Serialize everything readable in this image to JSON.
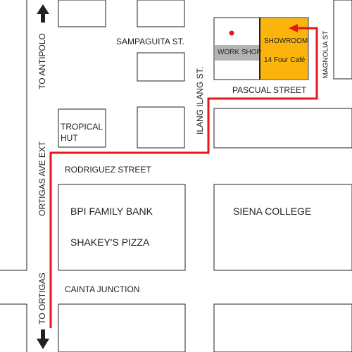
{
  "streets": {
    "sampaguita": "SAMPAGUITA ST.",
    "pascual": "PASCUAL STREET",
    "rodriguez": "RODRIGUEZ STREET",
    "ilang_ilang": "ILANG ILANG ST.",
    "magnolia": "MAGNOLIA ST",
    "ortigas_ave_ext": "ORTIGAS AVE EXT",
    "cainta_junction": "CAINTA JUNCTION"
  },
  "directions": {
    "antipolo": "TO ANTIPOLO",
    "ortigas": "TO ORTIGAS"
  },
  "landmarks": {
    "tropical_hut_line1": "TROPICAL",
    "tropical_hut_line2": "HUT",
    "bpi_family_bank": "BPI FAMILY BANK",
    "shakeys_pizza": "SHAKEY'S PIZZA",
    "siena_college": "SIENA COLLEGE",
    "workshop": "WORK SHOP",
    "showroom": "SHOWROOM",
    "cafe": "14 Four Café"
  },
  "colors": {
    "route": "#e8141b",
    "block_outline": "#222222",
    "showroom_fill": "#fbb40c",
    "workshop_fill": "#b3b3b3",
    "arrow": "#222222"
  },
  "icons": {
    "north_arrow": "arrow-up-icon",
    "south_arrow": "arrow-down-icon",
    "destination_marker": "red-dot-icon"
  }
}
